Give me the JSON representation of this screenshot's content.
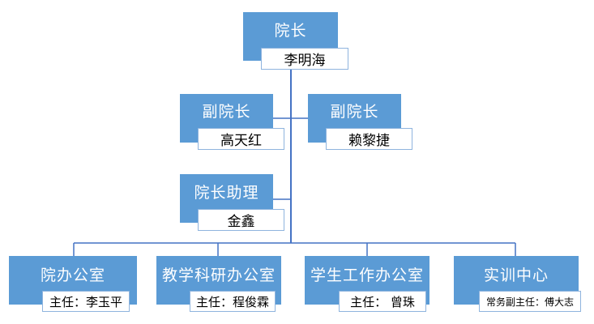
{
  "org": {
    "dean": {
      "title": "院长",
      "name": "李明海"
    },
    "vice_dean_1": {
      "title": "副院长",
      "name": "高天红"
    },
    "vice_dean_2": {
      "title": "副院长",
      "name": "赖黎捷"
    },
    "assistant": {
      "title": "院长助理",
      "name": "金鑫"
    },
    "departments": [
      {
        "title": "院办公室",
        "name": "主任：李玉平"
      },
      {
        "title": "教学科研办公室",
        "name": "主任：程俊霖"
      },
      {
        "title": "学生工作办公室",
        "name": "主任： 曾珠"
      },
      {
        "title": "实训中心",
        "name": "常务副主任：傅大志"
      }
    ]
  },
  "colors": {
    "box": "#5b9bd5",
    "name_border": "#8fb4de",
    "line": "#4472c4"
  }
}
